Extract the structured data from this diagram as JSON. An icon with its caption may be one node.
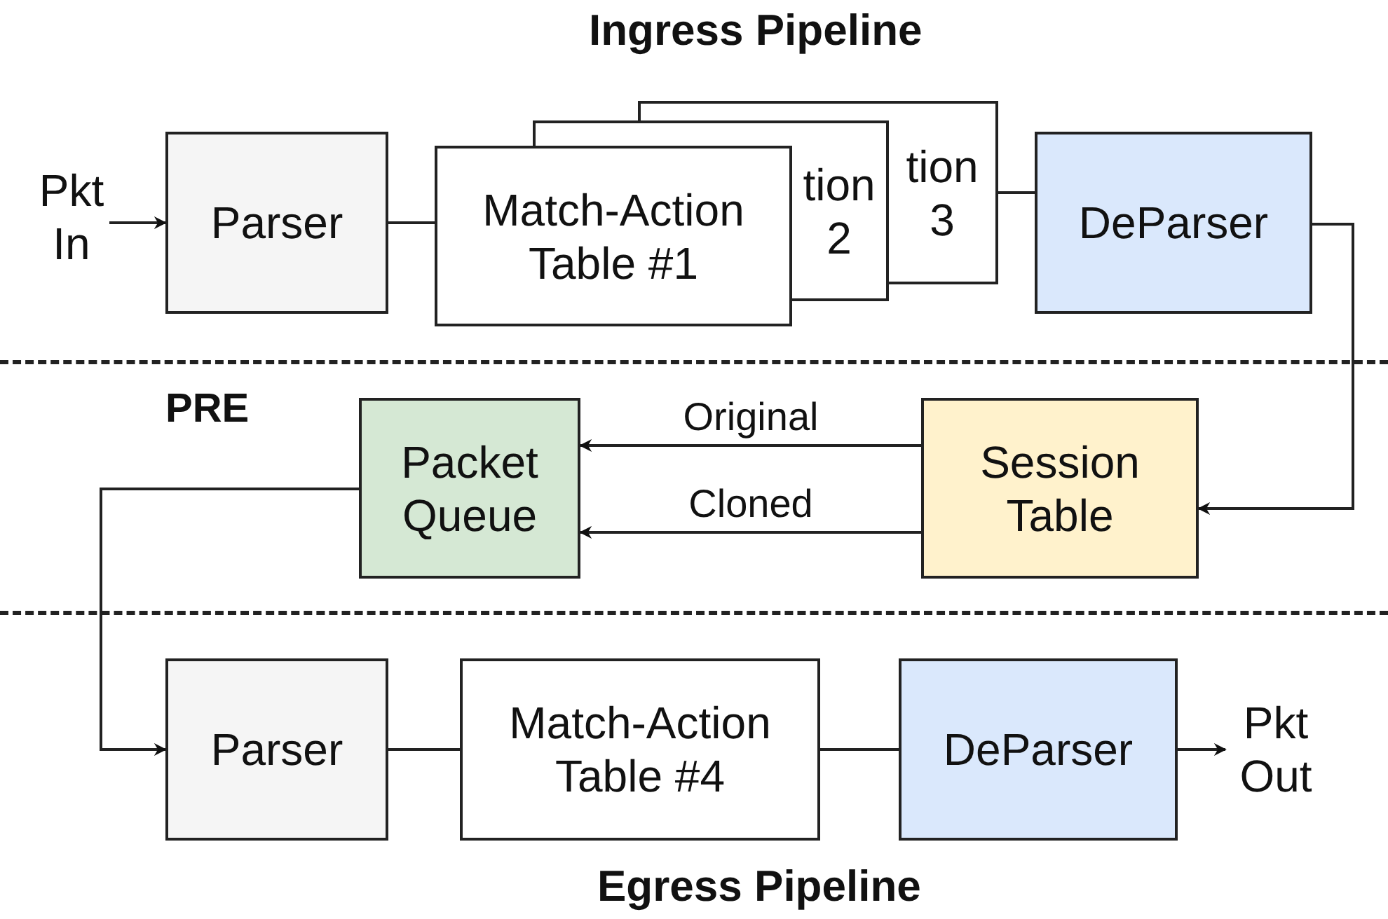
{
  "diagram": {
    "title": "Ingress Pipeline",
    "nodes": [
      {
        "text": [
          "Pkt In"
        ]
      },
      {
        "text": [
          "Parser"
        ]
      },
      {
        "text": [
          "Match-Action Table #1"
        ]
      },
      {
        "text": [
          "tion 2"
        ]
      },
      {
        "text": [
          "tion 3"
        ]
      },
      {
        "text": [
          "DeParser"
        ]
      },
      {
        "text": [
          "Packet Queue"
        ]
      },
      {
        "text": [
          "Session Table"
        ]
      },
      {
        "text": [
          "Parser"
        ]
      },
      {
        "text": [
          "Match-Action Table #4"
        ]
      },
      {
        "text": [
          "DeParser"
        ]
      },
      {
        "text": [
          "Pkt Out"
        ]
      }
    ],
    "edges": [
      {
        "from": 0,
        "to": 1,
        "arrow": "to"
      },
      {
        "from": 1,
        "to": 2,
        "arrow": "none"
      },
      {
        "from": 4,
        "to": 5,
        "arrow": "none"
      },
      {
        "from": 5,
        "to": 7,
        "arrow": "to"
      },
      {
        "from": 7,
        "to": 6,
        "arrow": "to",
        "label": "Original"
      },
      {
        "from": 7,
        "to": 6,
        "arrow": "to",
        "label": "Cloned"
      },
      {
        "from": 6,
        "to": 8,
        "arrow": "to"
      },
      {
        "from": 8,
        "to": 9,
        "arrow": "none"
      },
      {
        "from": 9,
        "to": 10,
        "arrow": "none"
      },
      {
        "from": 10,
        "to": 11,
        "arrow": "to"
      }
    ],
    "labels": [
      "PRE",
      "Egress Pipeline"
    ]
  }
}
